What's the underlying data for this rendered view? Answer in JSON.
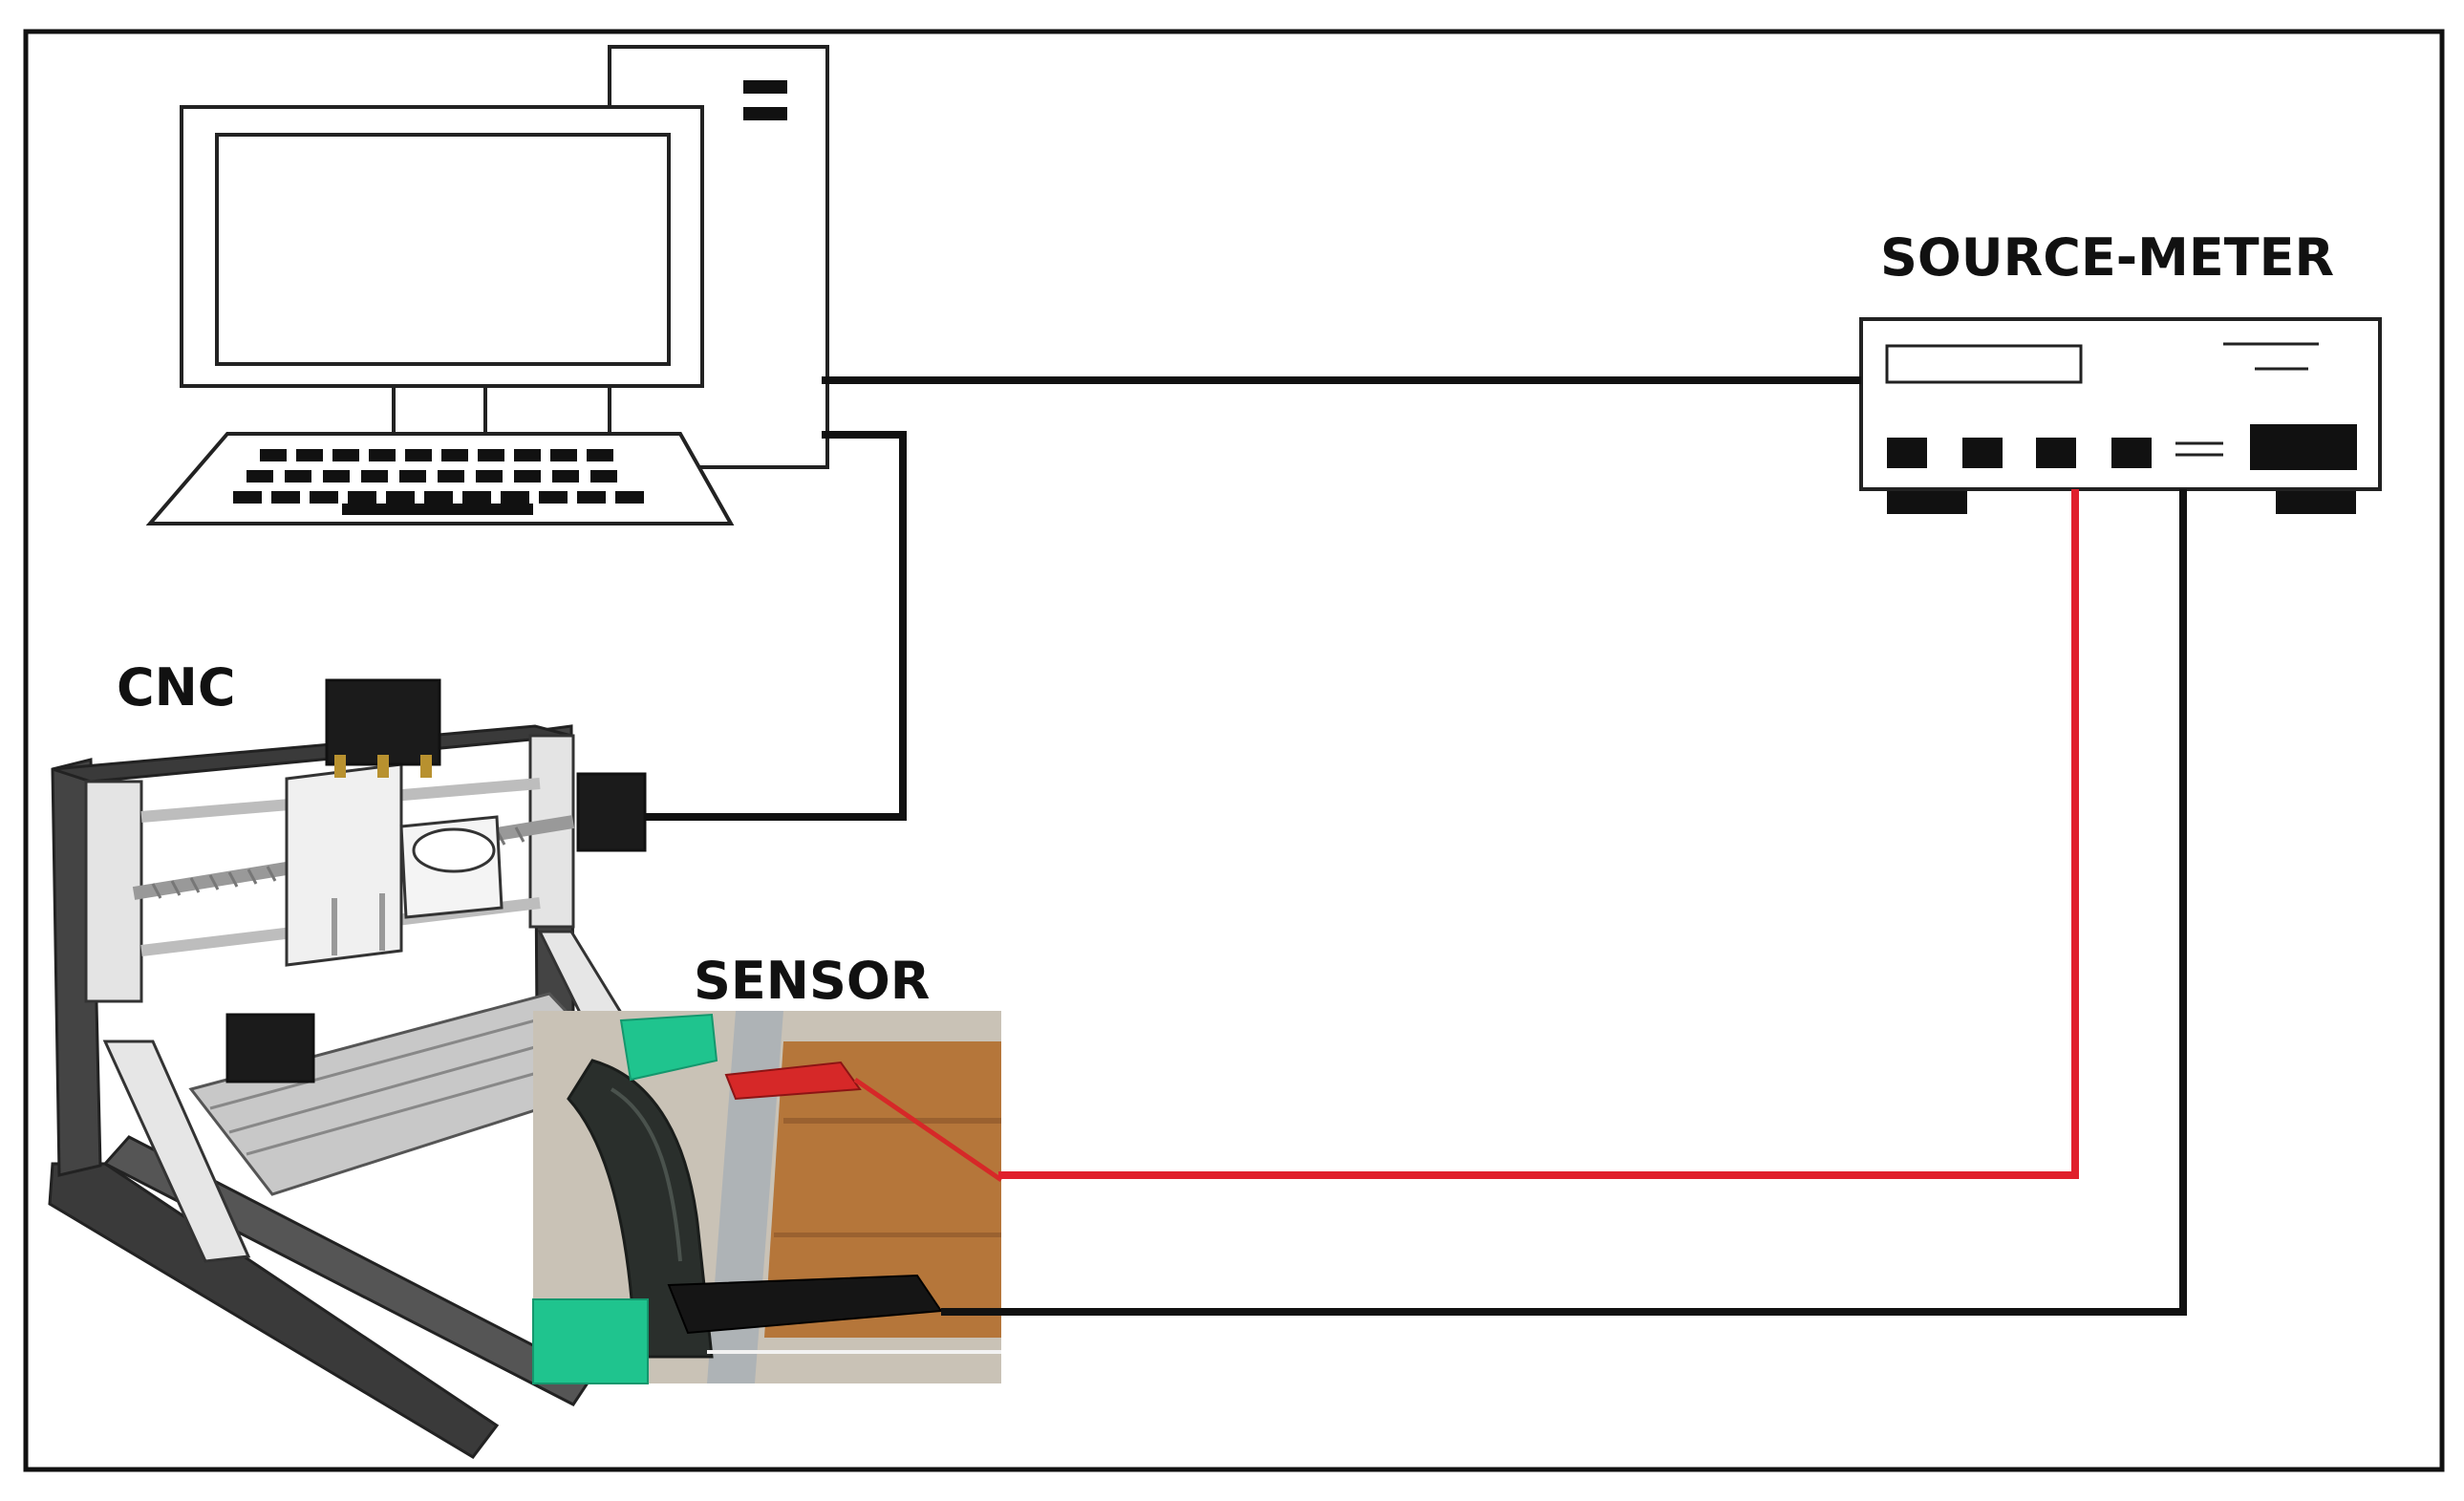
{
  "labels": {
    "source_meter": "SOURCE-METER",
    "cnc": "CNC",
    "sensor": "SENSOR"
  },
  "colors": {
    "border": "#111111",
    "black_wire": "#111111",
    "red_wire": "#e0202c",
    "frame": "#3a3a3a",
    "rail": "#c8c8c8",
    "clip_green": "#1fc48e",
    "clip_red": "#d62828",
    "wood": "#b5763a"
  },
  "icons": {
    "computer": "desktop-computer-icon",
    "source_meter": "source-meter-device",
    "cnc": "cnc-machine-illustration",
    "sensor": "sensor-photo"
  }
}
